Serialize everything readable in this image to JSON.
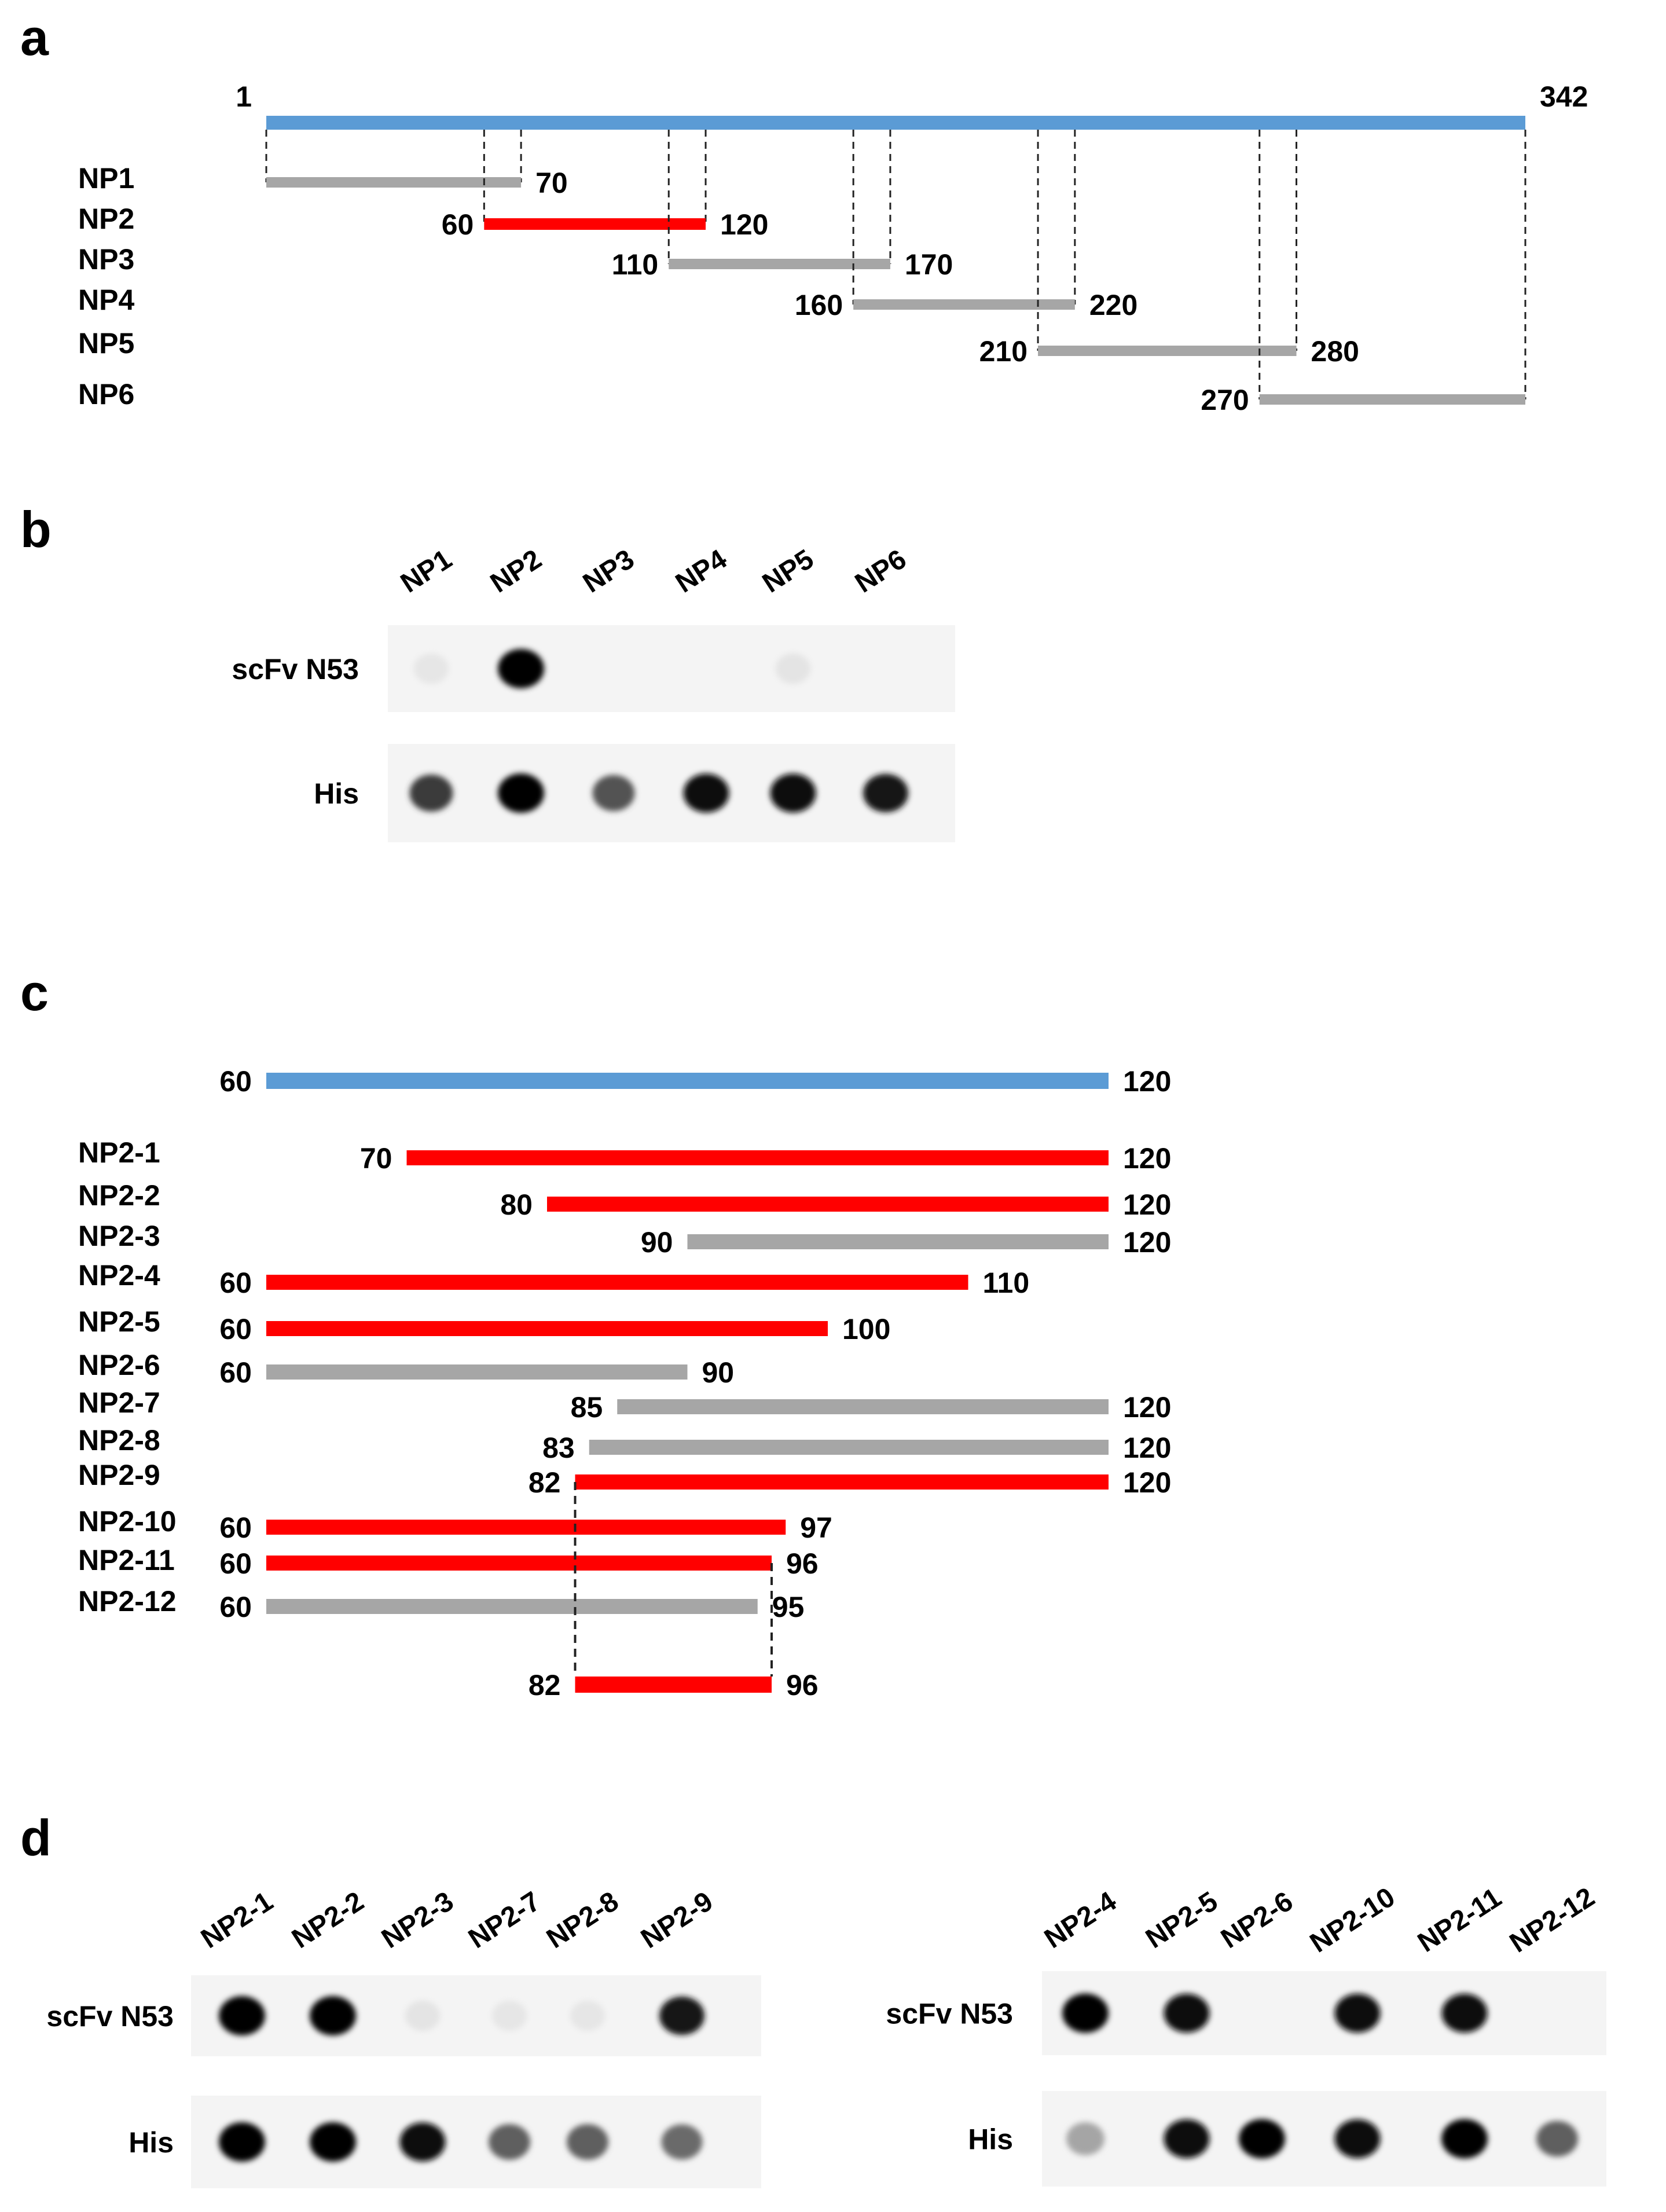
{
  "panel_labels": {
    "a": "a",
    "b": "b",
    "c": "c",
    "d": "d"
  },
  "colors": {
    "full": "#5b9bd5",
    "binding": "#ff0000",
    "non_binding": "#a6a6a6",
    "dash": "#222222"
  },
  "panel_a": {
    "full_length": {
      "start": 1,
      "end": 342,
      "start_label": "1",
      "end_label": "342"
    },
    "fragments": [
      {
        "name": "NP1",
        "start": 1,
        "end": 70,
        "start_label": "",
        "end_label": "70",
        "binding": false
      },
      {
        "name": "NP2",
        "start": 60,
        "end": 120,
        "start_label": "60",
        "end_label": "120",
        "binding": true
      },
      {
        "name": "NP3",
        "start": 110,
        "end": 170,
        "start_label": "110",
        "end_label": "170",
        "binding": false
      },
      {
        "name": "NP4",
        "start": 160,
        "end": 220,
        "start_label": "160",
        "end_label": "220",
        "binding": false
      },
      {
        "name": "NP5",
        "start": 210,
        "end": 280,
        "start_label": "210",
        "end_label": "280",
        "binding": false
      },
      {
        "name": "NP6",
        "start": 270,
        "end": 342,
        "start_label": "270",
        "end_label": "",
        "binding": false
      }
    ]
  },
  "panel_b": {
    "lanes": [
      "NP1",
      "NP2",
      "NP3",
      "NP4",
      "NP5",
      "NP6"
    ],
    "rows": [
      {
        "label": "scFv N53",
        "intensities": [
          0.02,
          1.0,
          0.0,
          0.0,
          0.03,
          0.0
        ]
      },
      {
        "label": "His",
        "intensities": [
          0.75,
          1.0,
          0.65,
          0.95,
          0.95,
          0.9
        ]
      }
    ]
  },
  "panel_c": {
    "reference": {
      "start": 60,
      "end": 120,
      "start_label": "60",
      "end_label": "120"
    },
    "fragments": [
      {
        "name": "NP2-1",
        "start": 70,
        "end": 120,
        "start_label": "70",
        "end_label": "120",
        "binding": true
      },
      {
        "name": "NP2-2",
        "start": 80,
        "end": 120,
        "start_label": "80",
        "end_label": "120",
        "binding": true
      },
      {
        "name": "NP2-3",
        "start": 90,
        "end": 120,
        "start_label": "90",
        "end_label": "120",
        "binding": false
      },
      {
        "name": "NP2-4",
        "start": 60,
        "end": 110,
        "start_label": "60",
        "end_label": "110",
        "binding": true
      },
      {
        "name": "NP2-5",
        "start": 60,
        "end": 100,
        "start_label": "60",
        "end_label": "100",
        "binding": true
      },
      {
        "name": "NP2-6",
        "start": 60,
        "end": 90,
        "start_label": "60",
        "end_label": "90",
        "binding": false
      },
      {
        "name": "NP2-7",
        "start": 85,
        "end": 120,
        "start_label": "85",
        "end_label": "120",
        "binding": false
      },
      {
        "name": "NP2-8",
        "start": 83,
        "end": 120,
        "start_label": "83",
        "end_label": "120",
        "binding": false
      },
      {
        "name": "NP2-9",
        "start": 82,
        "end": 120,
        "start_label": "82",
        "end_label": "120",
        "binding": true
      },
      {
        "name": "NP2-10",
        "start": 60,
        "end": 97,
        "start_label": "60",
        "end_label": "97",
        "binding": true
      },
      {
        "name": "NP2-11",
        "start": 60,
        "end": 96,
        "start_label": "60",
        "end_label": "96",
        "binding": true
      },
      {
        "name": "NP2-12",
        "start": 60,
        "end": 95,
        "start_label": "60",
        "end_label": "95",
        "binding": false
      }
    ],
    "epitope": {
      "start": 82,
      "end": 96,
      "start_label": "82",
      "end_label": "96"
    }
  },
  "panel_d": {
    "blots": [
      {
        "lanes": [
          "NP2-1",
          "NP2-2",
          "NP2-3",
          "NP2-7",
          "NP2-8",
          "NP2-9"
        ],
        "rows": [
          {
            "label": "scFv N53",
            "intensities": [
              1.0,
              1.0,
              0.03,
              0.02,
              0.02,
              0.9
            ]
          },
          {
            "label": "His",
            "intensities": [
              1.0,
              1.0,
              0.95,
              0.6,
              0.6,
              0.55
            ]
          }
        ]
      },
      {
        "lanes": [
          "NP2-4",
          "NP2-5",
          "NP2-6",
          "NP2-10",
          "NP2-11",
          "NP2-12"
        ],
        "rows": [
          {
            "label": "scFv N53",
            "intensities": [
              1.0,
              0.95,
              0.0,
              0.95,
              0.95,
              0.0
            ]
          },
          {
            "label": "His",
            "intensities": [
              0.3,
              0.95,
              1.0,
              0.95,
              1.0,
              0.6
            ]
          }
        ]
      }
    ]
  }
}
